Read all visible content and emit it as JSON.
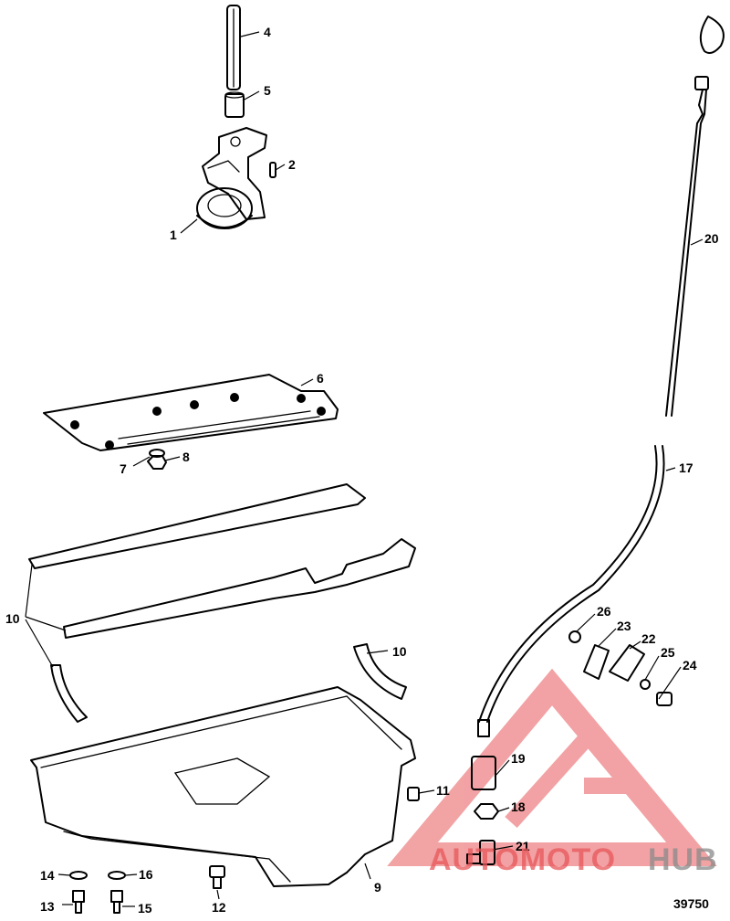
{
  "diagram": {
    "figure_number": "39750",
    "callouts": {
      "c1": "1",
      "c2": "2",
      "c4": "4",
      "c5": "5",
      "c6": "6",
      "c7": "7",
      "c8": "8",
      "c9": "9",
      "c10a": "10",
      "c10b": "10",
      "c11": "11",
      "c12": "12",
      "c13": "13",
      "c14": "14",
      "c15": "15",
      "c16": "16",
      "c17": "17",
      "c18": "18",
      "c19": "19",
      "c20": "20",
      "c21": "21",
      "c22": "22",
      "c23": "23",
      "c24": "24",
      "c25": "25",
      "c26": "26"
    }
  },
  "watermark": {
    "text_red": "AUTOMOTO",
    "text_gray": "HUB",
    "color_red": "#e8575a",
    "color_gray": "#8a8a8a"
  }
}
